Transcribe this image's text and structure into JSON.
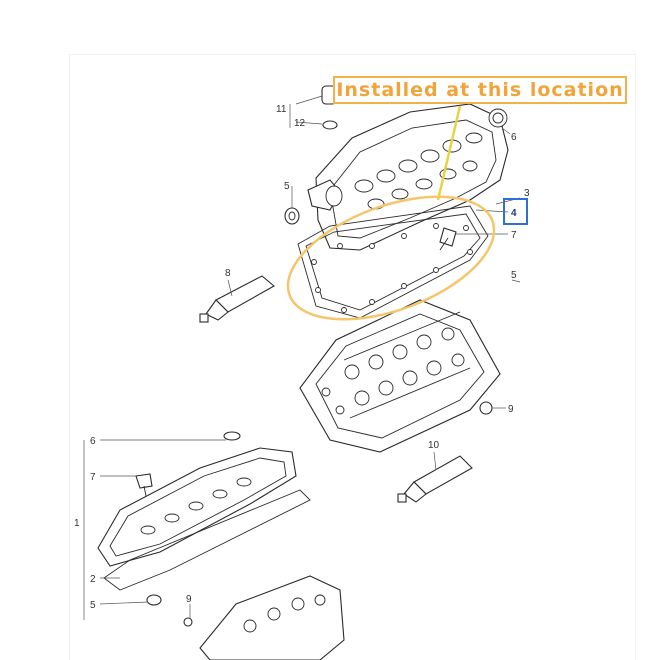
{
  "callout": {
    "text": "Installed at this location",
    "color": "#f0a43a"
  },
  "highlight": {
    "ellipse_color": "#f5c56a",
    "pointer_color": "#e8d440",
    "box_color": "#2f6fd6"
  },
  "callouts_upper": {
    "c11": "11",
    "c12": "12",
    "c6": "6",
    "c5a": "5",
    "c3": "3",
    "c4": "4",
    "c7": "7",
    "c8": "8",
    "c5b": "5",
    "c9": "9",
    "c10": "10"
  },
  "callouts_lower": {
    "c6": "6",
    "c7": "7",
    "c1": "1",
    "c2": "2",
    "c5": "5",
    "c9": "9"
  }
}
